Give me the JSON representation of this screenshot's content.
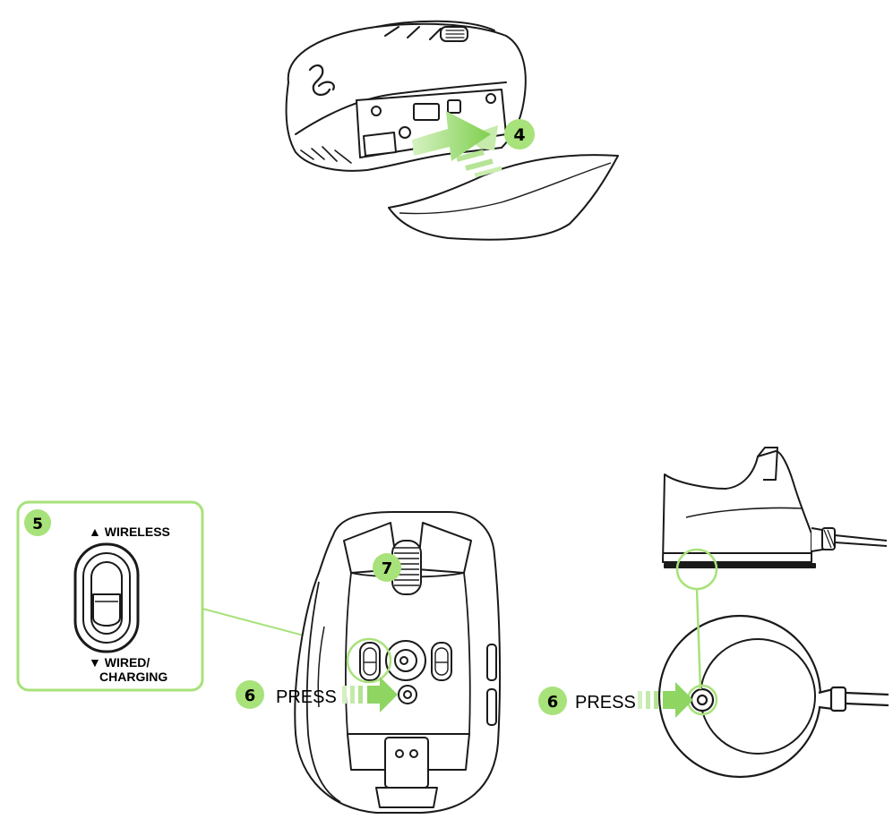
{
  "colors": {
    "accent": "#a8e27a",
    "accent_dark": "#7fcf4f",
    "line": "#1a1a1a"
  },
  "steps": {
    "step4": "4",
    "step5": "5",
    "step6_mouse": "6",
    "step6_dock": "6",
    "step7": "7"
  },
  "switch_panel": {
    "wireless_label": "▲ WIRELESS",
    "wired_label_line1": "▼ WIRED/",
    "wired_label_line2": "CHARGING"
  },
  "press_mouse": "PRESS",
  "press_dock": "PRESS"
}
